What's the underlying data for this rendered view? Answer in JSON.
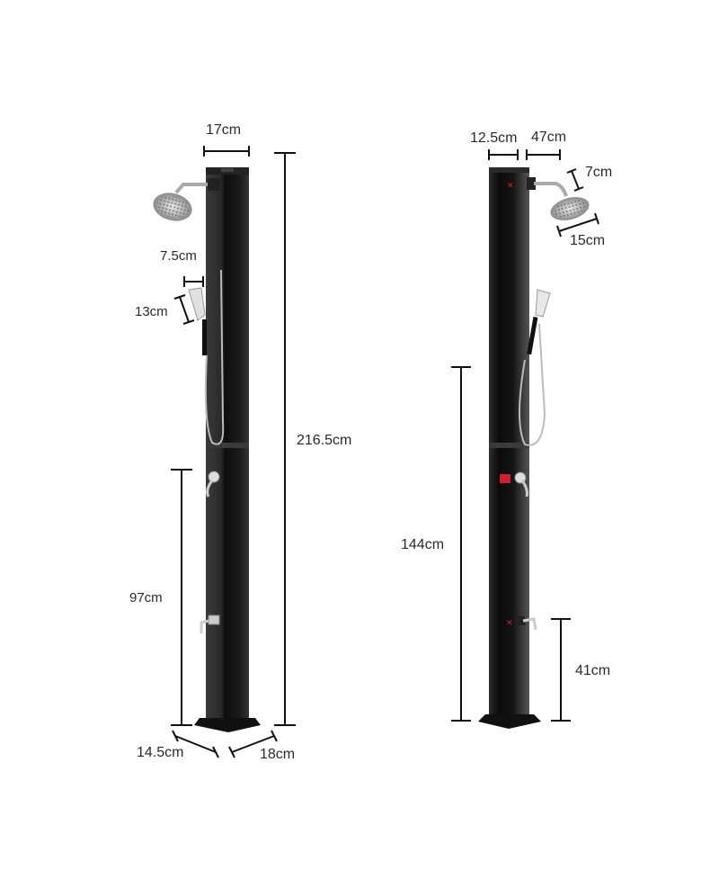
{
  "image": {
    "subject": "solar outdoor shower dimensions diagram",
    "background_color": "#ffffff",
    "post_color": "#1a1a1a",
    "chrome_color": "#b8b8b8",
    "accent_color": "#d0202a"
  },
  "left_view": {
    "dimensions": {
      "top_width": "17cm",
      "total_height": "216.5cm",
      "handshower_offset": "7.5cm",
      "handshower_length": "13cm",
      "tap_height": "97cm",
      "base_depth": "14.5cm",
      "base_width": "18cm"
    }
  },
  "right_view": {
    "dimensions": {
      "top_width": "12.5cm",
      "arm_length": "47cm",
      "head_height": "7cm",
      "head_diameter": "15cm",
      "valve_height": "144cm",
      "foot_tap_height": "41cm"
    }
  }
}
